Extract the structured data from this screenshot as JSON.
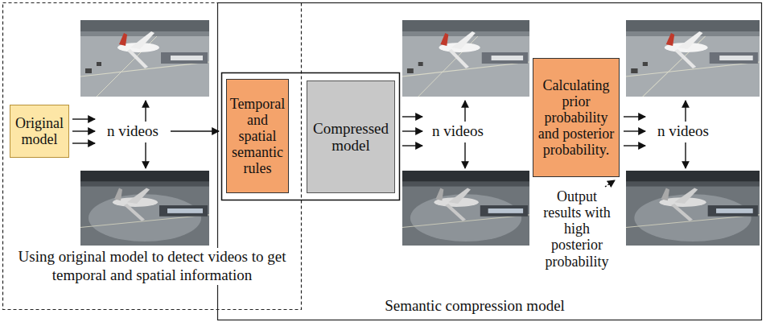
{
  "diagram": {
    "nodes": [
      {
        "text": [
          "Using original model to detect videos to get temporal and spatial information"
        ]
      },
      {
        "text": [
          "Original model"
        ],
        "in": 0
      },
      {
        "text": [
          "Semantic compression model"
        ]
      },
      {
        "text": [
          "Temporal and spatial semantic rules"
        ],
        "in": 2
      },
      {
        "text": [
          "Compressed model"
        ],
        "in": 2
      },
      {
        "text": [
          "Calculating prior probability and posterior probability."
        ],
        "in": 2
      }
    ],
    "labels": [
      "n videos",
      "n videos",
      "n videos",
      "Output results with high posterior probability"
    ]
  }
}
